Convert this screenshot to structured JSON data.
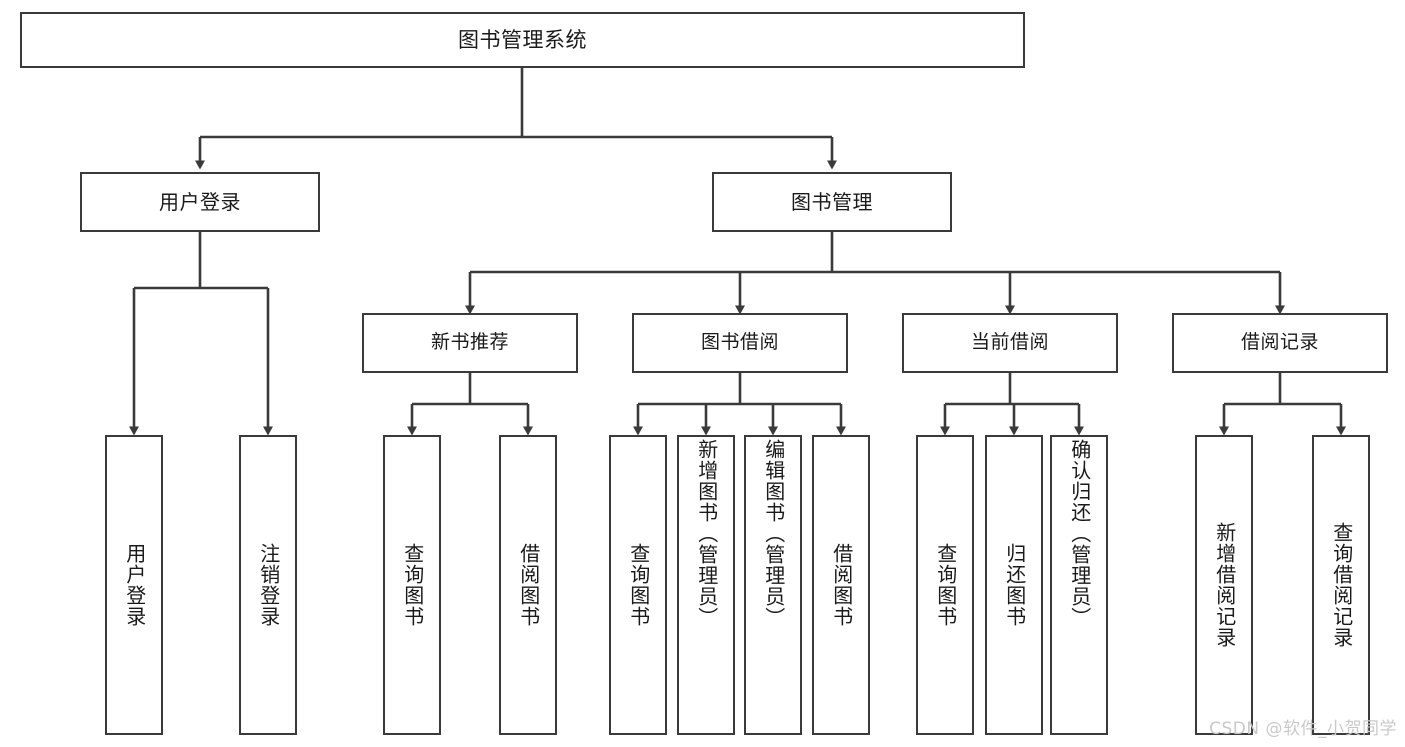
{
  "diagram": {
    "title": "图书管理系统",
    "type": "tree-hierarchy-diagram",
    "watermark": "CSDN @软件_小贺同学",
    "colors": {
      "box_border": "#3a3a3a",
      "box_fill": "#ffffff",
      "edge": "#3a3a3a",
      "text": "#1a1a1a",
      "watermark": "#c9c9c9",
      "background": "#ffffff"
    },
    "root": {
      "label": "图书管理系统"
    },
    "level1": [
      {
        "id": "user-login",
        "label": "用户登录"
      },
      {
        "id": "book-management",
        "label": "图书管理"
      }
    ],
    "level2": [
      {
        "id": "new-book-recommend",
        "label": "新书推荐",
        "parent": "book-management"
      },
      {
        "id": "book-borrow",
        "label": "图书借阅",
        "parent": "book-management"
      },
      {
        "id": "current-borrow",
        "label": "当前借阅",
        "parent": "book-management"
      },
      {
        "id": "borrow-record",
        "label": "借阅记录",
        "parent": "book-management"
      }
    ],
    "leaves": {
      "user-login": [
        {
          "id": "leaf-user-login",
          "label": "用户登录"
        },
        {
          "id": "leaf-logout-login",
          "label": "注销登录"
        }
      ],
      "new-book-recommend": [
        {
          "id": "leaf-query-book-1",
          "label": "查询图书"
        },
        {
          "id": "leaf-borrow-book-1",
          "label": "借阅图书"
        }
      ],
      "book-borrow": [
        {
          "id": "leaf-query-book-2",
          "label": "查询图书"
        },
        {
          "id": "leaf-add-book",
          "label": "新增图书（管理员）"
        },
        {
          "id": "leaf-edit-book",
          "label": "编辑图书（管理员）"
        },
        {
          "id": "leaf-borrow-book-2",
          "label": "借阅图书"
        }
      ],
      "current-borrow": [
        {
          "id": "leaf-query-book-3",
          "label": "查询图书"
        },
        {
          "id": "leaf-return-book",
          "label": "归还图书"
        },
        {
          "id": "leaf-confirm-return",
          "label": "确认归还（管理员）"
        }
      ],
      "borrow-record": [
        {
          "id": "leaf-add-record",
          "label": "新增借阅记录"
        },
        {
          "id": "leaf-query-record",
          "label": "查询借阅记录"
        }
      ]
    }
  }
}
